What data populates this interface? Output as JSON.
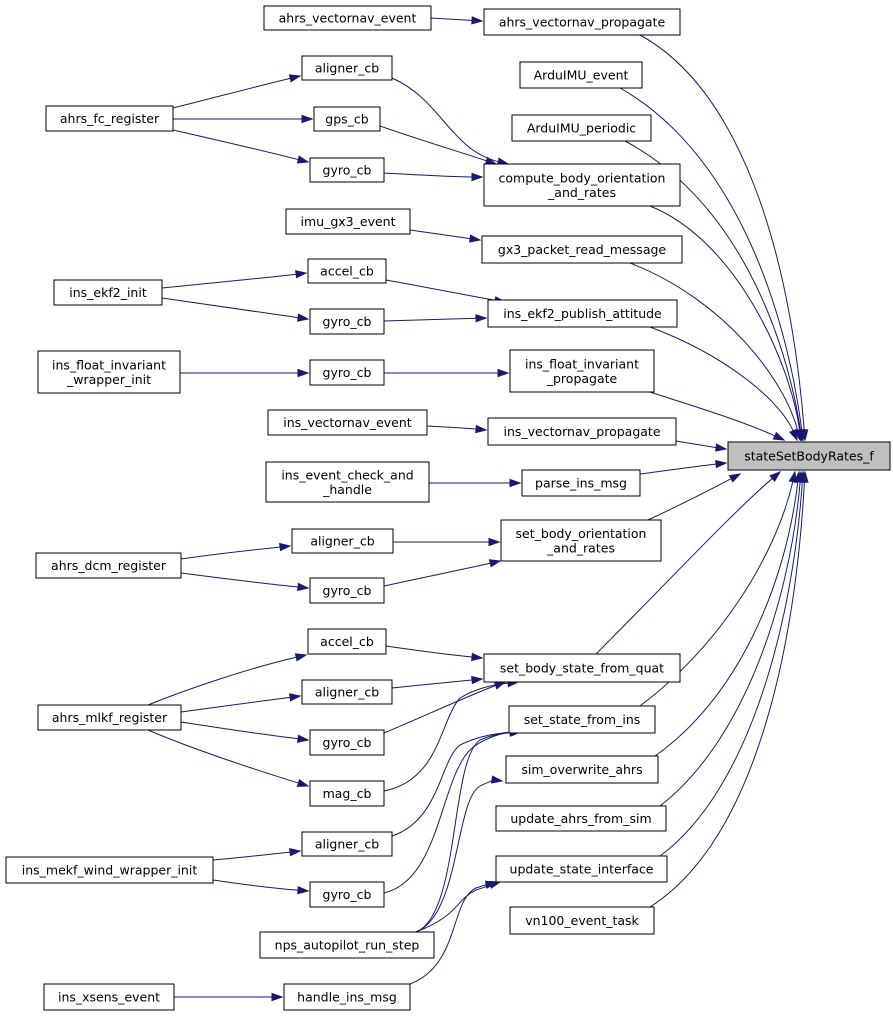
{
  "diagram": {
    "target": "stateSetBodyRates_f",
    "nodes": [
      {
        "id": "n_target",
        "lines": [
          "stateSetBodyRates_f"
        ]
      },
      {
        "id": "n_vn_event",
        "lines": [
          "ahrs_vectornav_event"
        ]
      },
      {
        "id": "n_vn_prop",
        "lines": [
          "ahrs_vectornav_propagate"
        ]
      },
      {
        "id": "n_arduimu_event",
        "lines": [
          "ArduIMU_event"
        ]
      },
      {
        "id": "n_arduimu_periodic",
        "lines": [
          "ArduIMU_periodic"
        ]
      },
      {
        "id": "n_aligner1",
        "lines": [
          "aligner_cb"
        ]
      },
      {
        "id": "n_gps",
        "lines": [
          "gps_cb"
        ]
      },
      {
        "id": "n_gyro1",
        "lines": [
          "gyro_cb"
        ]
      },
      {
        "id": "n_fc_reg",
        "lines": [
          "ahrs_fc_register"
        ]
      },
      {
        "id": "n_cbor",
        "lines": [
          "compute_body_orientation",
          "_and_rates"
        ]
      },
      {
        "id": "n_gx3_event",
        "lines": [
          "imu_gx3_event"
        ]
      },
      {
        "id": "n_gx3_read",
        "lines": [
          "gx3_packet_read_message"
        ]
      },
      {
        "id": "n_accel1",
        "lines": [
          "accel_cb"
        ]
      },
      {
        "id": "n_ekf2_init",
        "lines": [
          "ins_ekf2_init"
        ]
      },
      {
        "id": "n_gyro2",
        "lines": [
          "gyro_cb"
        ]
      },
      {
        "id": "n_ekf2_pub",
        "lines": [
          "ins_ekf2_publish_attitude"
        ]
      },
      {
        "id": "n_fi_init",
        "lines": [
          "ins_float_invariant",
          "_wrapper_init"
        ]
      },
      {
        "id": "n_gyro3",
        "lines": [
          "gyro_cb"
        ]
      },
      {
        "id": "n_fi_prop",
        "lines": [
          "ins_float_invariant",
          "_propagate"
        ]
      },
      {
        "id": "n_insvn_event",
        "lines": [
          "ins_vectornav_event"
        ]
      },
      {
        "id": "n_insvn_prop",
        "lines": [
          "ins_vectornav_propagate"
        ]
      },
      {
        "id": "n_evt_check",
        "lines": [
          "ins_event_check_and",
          "_handle"
        ]
      },
      {
        "id": "n_parse",
        "lines": [
          "parse_ins_msg"
        ]
      },
      {
        "id": "n_aligner2",
        "lines": [
          "aligner_cb"
        ]
      },
      {
        "id": "n_dcm_reg",
        "lines": [
          "ahrs_dcm_register"
        ]
      },
      {
        "id": "n_gyro4",
        "lines": [
          "gyro_cb"
        ]
      },
      {
        "id": "n_sbor",
        "lines": [
          "set_body_orientation",
          "_and_rates"
        ]
      },
      {
        "id": "n_accel2",
        "lines": [
          "accel_cb"
        ]
      },
      {
        "id": "n_aligner3",
        "lines": [
          "aligner_cb"
        ]
      },
      {
        "id": "n_mlkf_reg",
        "lines": [
          "ahrs_mlkf_register"
        ]
      },
      {
        "id": "n_gyro5",
        "lines": [
          "gyro_cb"
        ]
      },
      {
        "id": "n_mag",
        "lines": [
          "mag_cb"
        ]
      },
      {
        "id": "n_sbsq",
        "lines": [
          "set_body_state_from_quat"
        ]
      },
      {
        "id": "n_ssfi",
        "lines": [
          "set_state_from_ins"
        ]
      },
      {
        "id": "n_sim_ow",
        "lines": [
          "sim_overwrite_ahrs"
        ]
      },
      {
        "id": "n_upd_sim",
        "lines": [
          "update_ahrs_from_sim"
        ]
      },
      {
        "id": "n_aligner4",
        "lines": [
          "aligner_cb"
        ]
      },
      {
        "id": "n_mekf_init",
        "lines": [
          "ins_mekf_wind_wrapper_init"
        ]
      },
      {
        "id": "n_gyro6",
        "lines": [
          "gyro_cb"
        ]
      },
      {
        "id": "n_upd_state",
        "lines": [
          "update_state_interface"
        ]
      },
      {
        "id": "n_nps",
        "lines": [
          "nps_autopilot_run_step"
        ]
      },
      {
        "id": "n_vn100",
        "lines": [
          "vn100_event_task"
        ]
      },
      {
        "id": "n_xsens",
        "lines": [
          "ins_xsens_event"
        ]
      },
      {
        "id": "n_handle_ins",
        "lines": [
          "handle_ins_msg"
        ]
      }
    ],
    "colors": {
      "edge": "#191970",
      "focus_fill": "#bfbfbf",
      "node_fill": "#ffffff",
      "node_stroke": "#000000"
    }
  }
}
